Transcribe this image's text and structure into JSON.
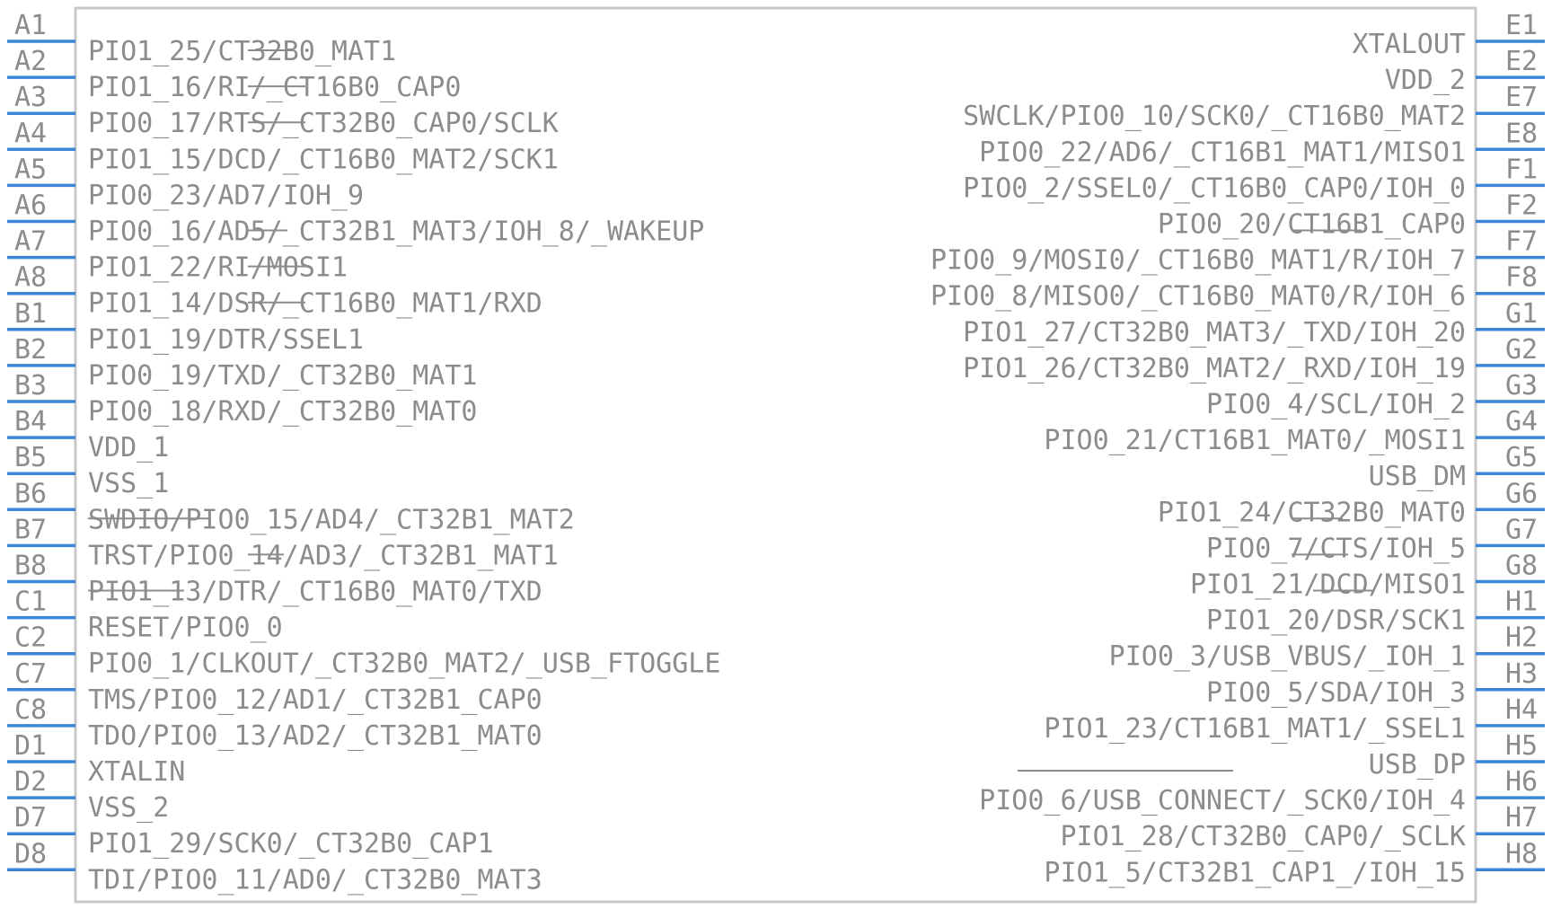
{
  "left_pins": [
    {
      "num": "A1",
      "name": "PIO1_25/CT32B0_MAT1"
    },
    {
      "num": "A2",
      "name": "PIO1_16/RI/_CT16B0_CAP0"
    },
    {
      "num": "A3",
      "name": "PIO0_17/RTS/_CT32B0_CAP0/SCLK"
    },
    {
      "num": "A4",
      "name": "PIO1_15/DCD/_CT16B0_MAT2/SCK1"
    },
    {
      "num": "A5",
      "name": "PIO0_23/AD7/IOH_9"
    },
    {
      "num": "A6",
      "name": "PIO0_16/AD5/_CT32B1_MAT3/IOH_8/_WAKEUP"
    },
    {
      "num": "A7",
      "name": "PIO1_22/RI/MOSI1"
    },
    {
      "num": "A8",
      "name": "PIO1_14/DSR/_CT16B0_MAT1/RXD"
    },
    {
      "num": "B1",
      "name": "PIO1_19/DTR/SSEL1"
    },
    {
      "num": "B2",
      "name": "PIO0_19/TXD/_CT32B0_MAT1"
    },
    {
      "num": "B3",
      "name": "PIO0_18/RXD/_CT32B0_MAT0"
    },
    {
      "num": "B4",
      "name": "VDD_1"
    },
    {
      "num": "B5",
      "name": "VSS_1"
    },
    {
      "num": "B6",
      "name": "SWDIO/PIO0_15/AD4/_CT32B1_MAT2"
    },
    {
      "num": "B7",
      "name": "TRST/PIO0_14/AD3/_CT32B1_MAT1"
    },
    {
      "num": "B8",
      "name": "PIO1_13/DTR/_CT16B0_MAT0/TXD"
    },
    {
      "num": "C1",
      "name": "RESET/PIO0_0"
    },
    {
      "num": "C2",
      "name": "PIO0_1/CLKOUT/_CT32B0_MAT2/_USB_FTOGGLE"
    },
    {
      "num": "C7",
      "name": "TMS/PIO0_12/AD1/_CT32B1_CAP0"
    },
    {
      "num": "C8",
      "name": "TDO/PIO0_13/AD2/_CT32B1_MAT0"
    },
    {
      "num": "D1",
      "name": "XTALIN"
    },
    {
      "num": "D2",
      "name": "VSS_2"
    },
    {
      "num": "D7",
      "name": "PIO1_29/SCK0/_CT32B0_CAP1"
    },
    {
      "num": "D8",
      "name": "TDI/PIO0_11/AD0/_CT32B0_MAT3"
    }
  ],
  "right_pins": [
    {
      "num": "E1",
      "name": "XTALOUT"
    },
    {
      "num": "E2",
      "name": "VDD_2"
    },
    {
      "num": "E7",
      "name": "SWCLK/PIO0_10/SCK0/_CT16B0_MAT2"
    },
    {
      "num": "E8",
      "name": "PIO0_22/AD6/_CT16B1_MAT1/MISO1"
    },
    {
      "num": "F1",
      "name": "PIO0_2/SSEL0/_CT16B0_CAP0/IOH_0"
    },
    {
      "num": "F2",
      "name": "PIO0_20/CT16B1_CAP0"
    },
    {
      "num": "F7",
      "name": "PIO0_9/MOSI0/_CT16B0_MAT1/R/IOH_7"
    },
    {
      "num": "F8",
      "name": "PIO0_8/MISO0/_CT16B0_MAT0/R/IOH_6"
    },
    {
      "num": "G1",
      "name": "PIO1_27/CT32B0_MAT3/_TXD/IOH_20"
    },
    {
      "num": "G2",
      "name": "PIO1_26/CT32B0_MAT2/_RXD/IOH_19"
    },
    {
      "num": "G3",
      "name": "PIO0_4/SCL/IOH_2"
    },
    {
      "num": "G4",
      "name": "PIO0_21/CT16B1_MAT0/_MOSI1"
    },
    {
      "num": "G5",
      "name": "USB_DM"
    },
    {
      "num": "G6",
      "name": "PIO1_24/CT32B0_MAT0"
    },
    {
      "num": "G7",
      "name": "PIO0_7/CTS/IOH_5"
    },
    {
      "num": "G8",
      "name": "PIO1_21/DCD/MISO1"
    },
    {
      "num": "H1",
      "name": "PIO1_20/DSR/SCK1"
    },
    {
      "num": "H2",
      "name": "PIO0_3/USB_VBUS/_IOH_1"
    },
    {
      "num": "H3",
      "name": "PIO0_5/SDA/IOH_3"
    },
    {
      "num": "H4",
      "name": "PIO1_23/CT16B1_MAT1/_SSEL1"
    },
    {
      "num": "H5",
      "name": "USB_DP"
    },
    {
      "num": "H6",
      "name": "PIO0_6/USB_CONNECT/_SCK0/IOH_4"
    },
    {
      "num": "H7",
      "name": "PIO1_28/CT32B0_CAP0/_SCLK"
    },
    {
      "num": "H8",
      "name": "PIO1_5/CT32B1_CAP1_/IOH_15"
    }
  ],
  "colors": {
    "pin_line": "#3b86d9",
    "text": "#8c8c8c",
    "body_outline": "#c8c8c8"
  }
}
